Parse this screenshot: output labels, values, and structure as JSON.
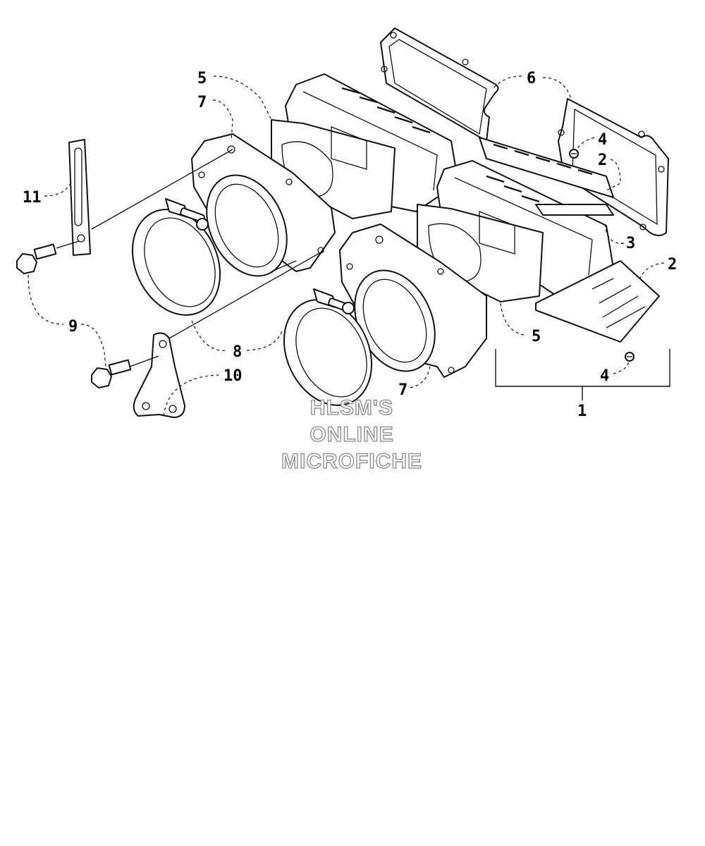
{
  "callouts": {
    "c1": "1",
    "c2a": "2",
    "c2b": "2",
    "c3": "3",
    "c4a": "4",
    "c4b": "4",
    "c5a": "5",
    "c5b": "5",
    "c6": "6",
    "c7a": "7",
    "c7b": "7",
    "c8": "8",
    "c9": "9",
    "c10": "10",
    "c11": "11"
  },
  "watermark": {
    "line1": "HLSM'S",
    "line2": "ONLINE",
    "line3": "MICROFICHE"
  },
  "colors": {
    "ink": "#111111",
    "watermark_outline": "#8a8a8a",
    "background": "#ffffff"
  }
}
